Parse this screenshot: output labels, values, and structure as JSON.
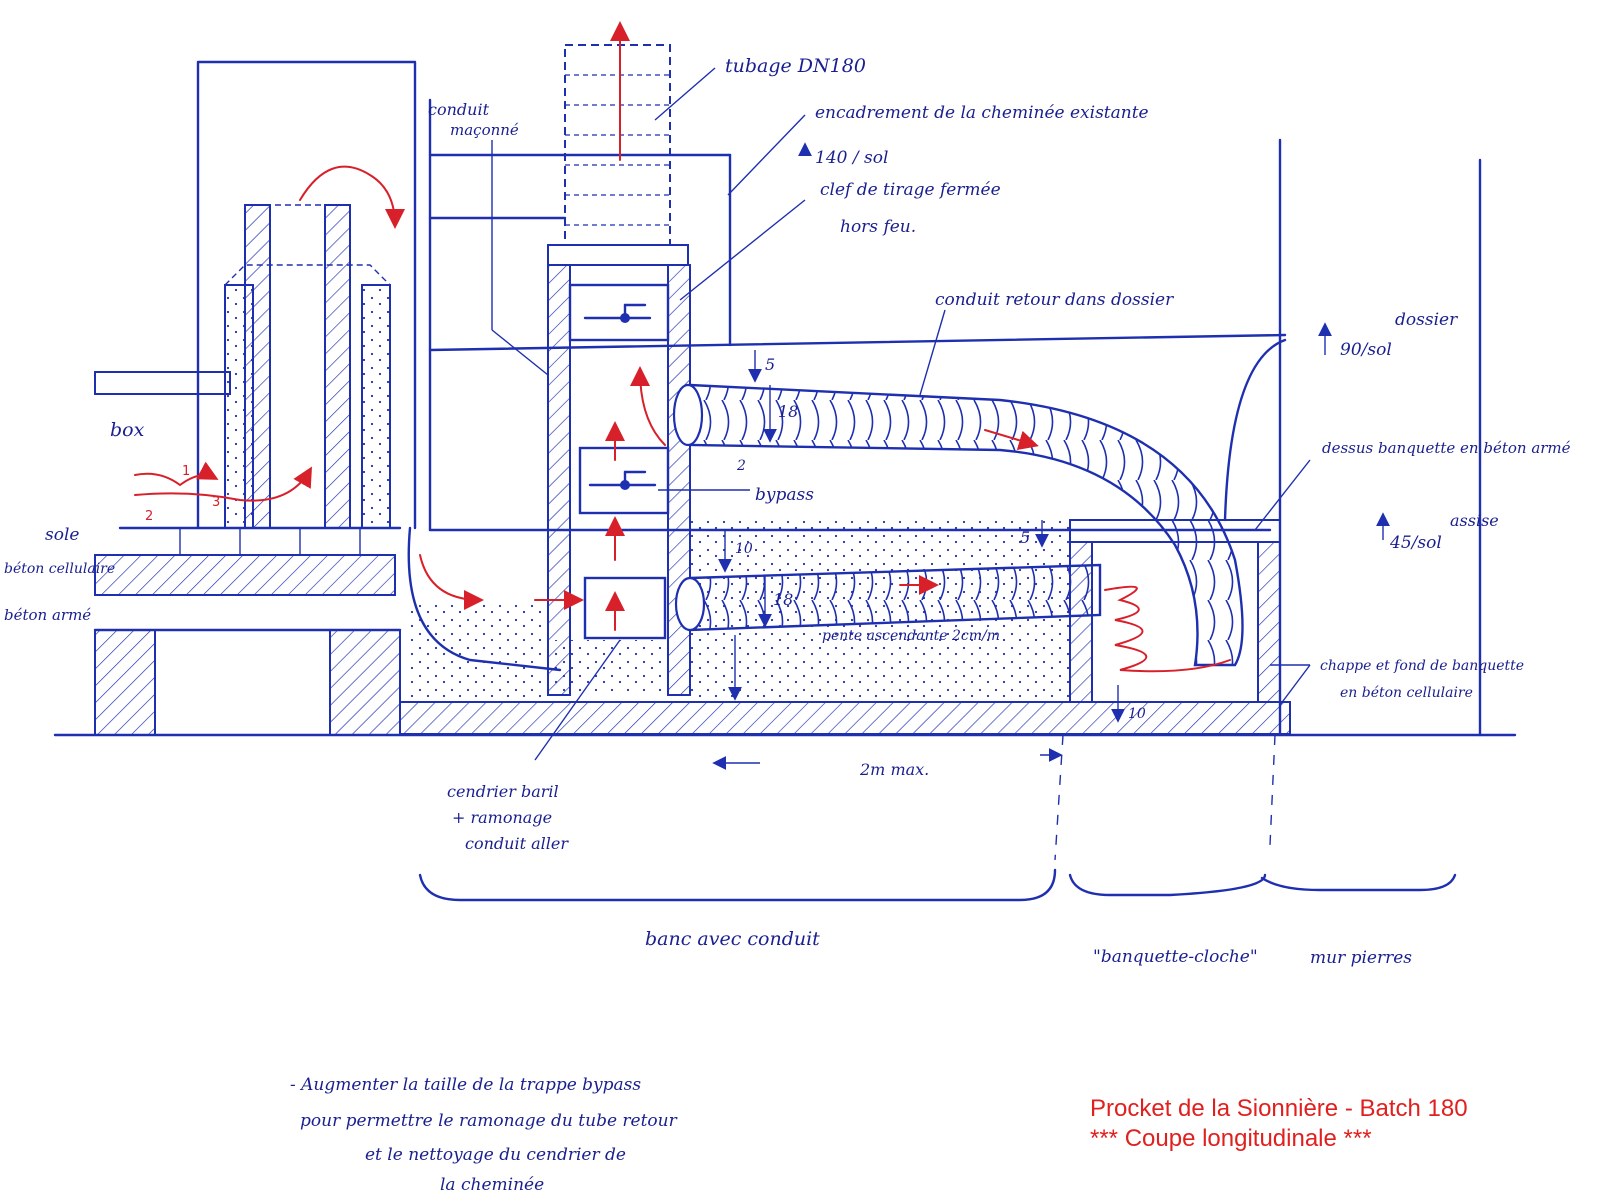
{
  "labels": {
    "tubage": "tubage DN180",
    "encadrement": "encadrement de la cheminée existante",
    "conduit_maconne_1": "conduit",
    "conduit_maconne_2": "maçonné",
    "h140": "140 / sol",
    "clef_1": "clef de tirage fermée",
    "clef_2": "hors feu.",
    "conduit_retour": "conduit retour dans dossier",
    "dossier": "dossier",
    "h90": "90/sol",
    "dessus_banquette": "dessus banquette en béton armé",
    "assise": "assise",
    "h45": "45/sol",
    "box": "box",
    "sole": "sole",
    "beton_cellulaire": "béton cellulaire",
    "beton_arme": "béton armé",
    "bypass": "bypass",
    "pente": "pente ascendante 2cm/m",
    "chappe_1": "chappe et fond de banquette",
    "chappe_2": "en béton cellulaire",
    "cendrier_1": "cendrier baril",
    "cendrier_2": "+ ramonage",
    "cendrier_3": "conduit aller",
    "max_len": "2m max.",
    "banc": "banc avec conduit",
    "banquette_cloche": "\"banquette-cloche\"",
    "mur": "mur pierres",
    "dim_5a": "5",
    "dim_18a": "18",
    "dim_2": "2",
    "dim_10a": "10",
    "dim_5b": "5",
    "dim_18b": "18",
    "dim_10b": "10",
    "num_1": "1",
    "num_2": "2",
    "num_3": "3"
  },
  "note": {
    "line1": "- Augmenter la taille de la trappe bypass",
    "line2": "pour permettre le ramonage du tube retour",
    "line3": "et le nettoyage du cendrier de",
    "line4": "la cheminée"
  },
  "credit": {
    "title": "Procket de la Sionnière - Batch 180",
    "subtitle": "*** Coupe longitudinale ***"
  },
  "colors": {
    "ink_blue": "#1e2fb0",
    "ink_red": "#d8202a",
    "credit_red": "#e0201e"
  }
}
